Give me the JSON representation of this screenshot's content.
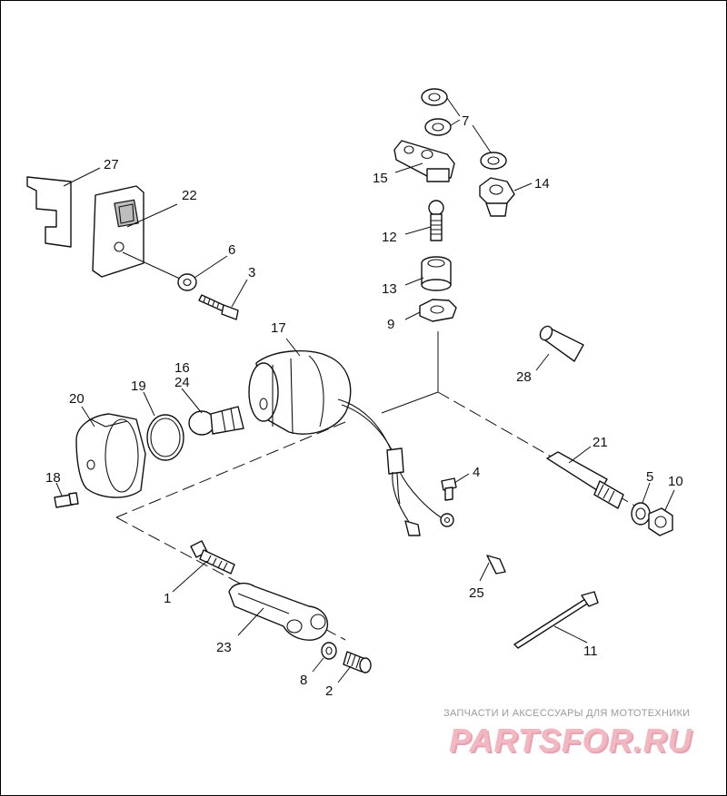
{
  "callouts": {
    "c1": "1",
    "c2": "2",
    "c3": "3",
    "c4": "4",
    "c5": "5",
    "c6": "6",
    "c7": "7",
    "c8": "8",
    "c9": "9",
    "c10": "10",
    "c11": "11",
    "c12": "12",
    "c13": "13",
    "c14": "14",
    "c15": "15",
    "c16": "16",
    "c17": "17",
    "c18": "18",
    "c19": "19",
    "c20": "20",
    "c21": "21",
    "c22": "22",
    "c23": "23",
    "c24": "24",
    "c25": "25",
    "c27": "27",
    "c28": "28"
  },
  "watermark": {
    "caption": "ЗАПЧАСТИ И АКСЕССУАРЫ ДЛЯ МОТОТЕХНИКИ",
    "logo": "PARTSFOR.RU"
  },
  "colors": {
    "line": "#111111",
    "background": "#ffffff",
    "watermark_caption": "#9a9a9a",
    "watermark_logo": "#f2b8c2"
  }
}
